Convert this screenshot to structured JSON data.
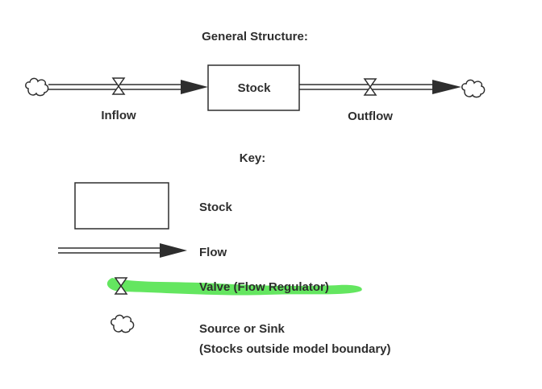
{
  "diagram": {
    "title": "General Structure:",
    "inflow_label": "Inflow",
    "stock_label": "Stock",
    "outflow_label": "Outflow"
  },
  "key": {
    "heading": "Key:",
    "stock": "Stock",
    "flow": "Flow",
    "valve": "Valve (Flow Regulator)",
    "source_sink_line1": "Source or Sink",
    "source_sink_line2": "(Stocks outside model boundary)"
  },
  "colors": {
    "ink": "#2e2e2e",
    "highlight": "#4ee24a",
    "paper": "#ffffff"
  }
}
